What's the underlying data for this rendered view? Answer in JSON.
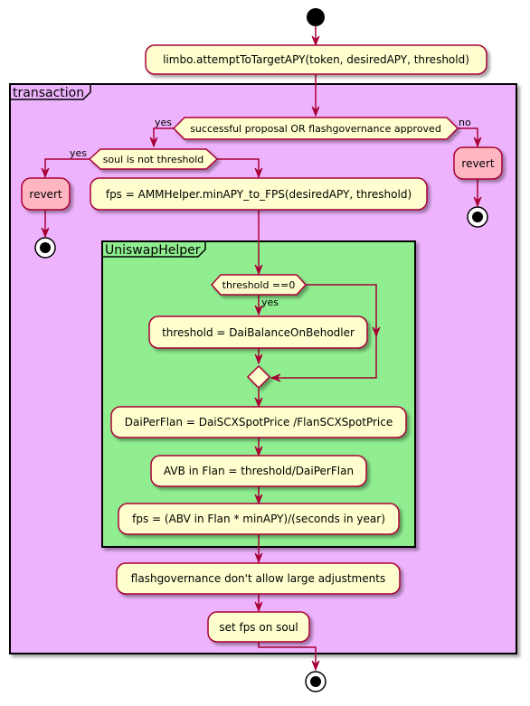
{
  "diagram": {
    "frames": {
      "transaction": "transaction",
      "uniswap_helper": "UniswapHelper"
    },
    "nodes": {
      "attempt": "limbo.attemptToTargetAPY(token, desiredAPY, threshold)",
      "decision_proposal": "successful proposal OR flashgovernance approved",
      "decision_soul": "soul is not threshold",
      "revert_left": "revert",
      "revert_right": "revert",
      "fps_minapy": "fps = AMMHelper.minAPY_to_FPS(desiredAPY, threshold)",
      "decision_threshold": "threshold ==0",
      "threshold_assign": "threshold = DaiBalanceOnBehodler",
      "dai_per_flan": "DaiPerFlan = DaiSCXSpotPrice /FlanSCXSpotPrice",
      "avb": "AVB in Flan = threshold/DaiPerFlan",
      "fps_calc": "fps = (ABV in Flan * minAPY)/(seconds in year)",
      "flashgov": "flashgovernance don't allow large adjustments",
      "set_fps": "set fps on soul"
    },
    "edge_labels": {
      "proposal_yes": "yes",
      "proposal_no": "no",
      "soul_yes": "yes",
      "threshold_yes": "yes"
    }
  }
}
